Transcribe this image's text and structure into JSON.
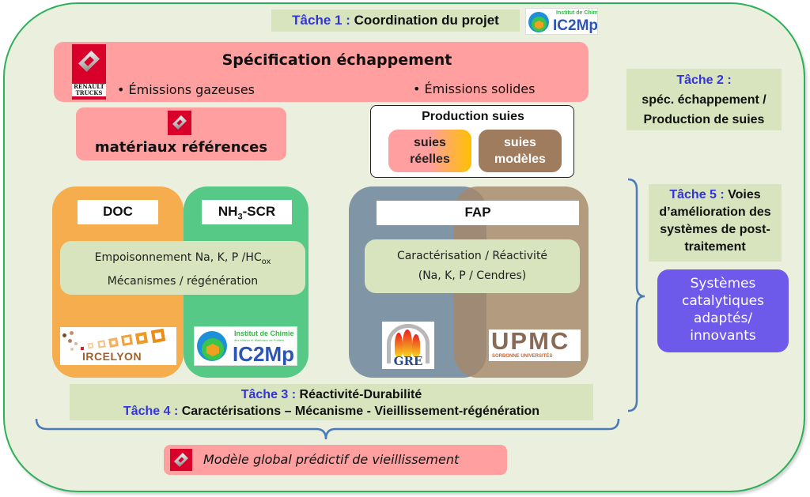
{
  "task1": {
    "task_label": "Tâche 1 :",
    "title": "Coordination du projet",
    "logo": "ic2mp-logo"
  },
  "spec": {
    "title": "Spécification échappement",
    "item_gas": "• Émissions gazeuses",
    "item_solid": "• Émissions solides",
    "logo": "renault-trucks-logo",
    "logo_text_line1": "RENAULT",
    "logo_text_line2": "TRUCKS"
  },
  "materials": {
    "label": "matériaux références",
    "logo": "renault-logo"
  },
  "production": {
    "title": "Production suies",
    "real_line1": "suies",
    "real_line2": "réelles",
    "model_line1": "suies",
    "model_line2": "modèles"
  },
  "task2": {
    "task_label": "Tâche 2 :",
    "line1": "spéc. échappement /",
    "line2": "Production de suies"
  },
  "doc": {
    "label": "DOC"
  },
  "scr": {
    "label_main": "NH",
    "label_sub": "3",
    "label_suffix": "-SCR"
  },
  "doc_scr_inner": {
    "line1": "Empoisonnement  Na, K, P /HC",
    "line1_sub": "ox",
    "line2": "Mécanismes / régénération"
  },
  "fap": {
    "label": "FAP",
    "line1": "Caractérisation / Réactivité",
    "line2": "(Na, K, P / Cendres)"
  },
  "logos": {
    "ircelyon": "IRCELYON",
    "ic2mp_title": "Institut de Chimie",
    "ic2mp_sub": "des Milieux et Matériaux de Poitiers",
    "ic2mp_name": "IC2Mp",
    "gre": "GRE",
    "upmc": "UPMC",
    "upmc_sub": "SORBONNE UNIVERSITÉS"
  },
  "task5": {
    "task_label": "Tâche 5 :",
    "line1_rest": " Voies",
    "line2": "d’amélioration des",
    "line3": "systèmes de post-",
    "line4": "traitement"
  },
  "systems": {
    "line1": "Systèmes",
    "line2": "catalytiques",
    "line3": "adaptés/",
    "line4": "innovants"
  },
  "task34": {
    "task3_label": "Tâche 3 :",
    "task3_text": " Réactivité-Durabilité",
    "task4_label": "Tâche 4 :",
    "task4_text": " Caractérisations – Mécanisme - Vieillissement-régénération"
  },
  "model": {
    "label": "Modèle global prédictif de vieillissement",
    "logo": "renault-logo"
  },
  "colors": {
    "background": "#ebf0de",
    "outer_border": "#2eb05a",
    "pink": "#ff9f9f",
    "task_green": "#d7e4bd",
    "task_blue": "#3333dd",
    "doc_orange": "#f5ad4e",
    "scr_green": "#57c986",
    "fap_blue": "#8096a7",
    "fap_brown": "#a6886a",
    "systems_purple": "#6e5aea",
    "renault_red": "#d8002a",
    "brace_blue": "#4a7ab8"
  }
}
